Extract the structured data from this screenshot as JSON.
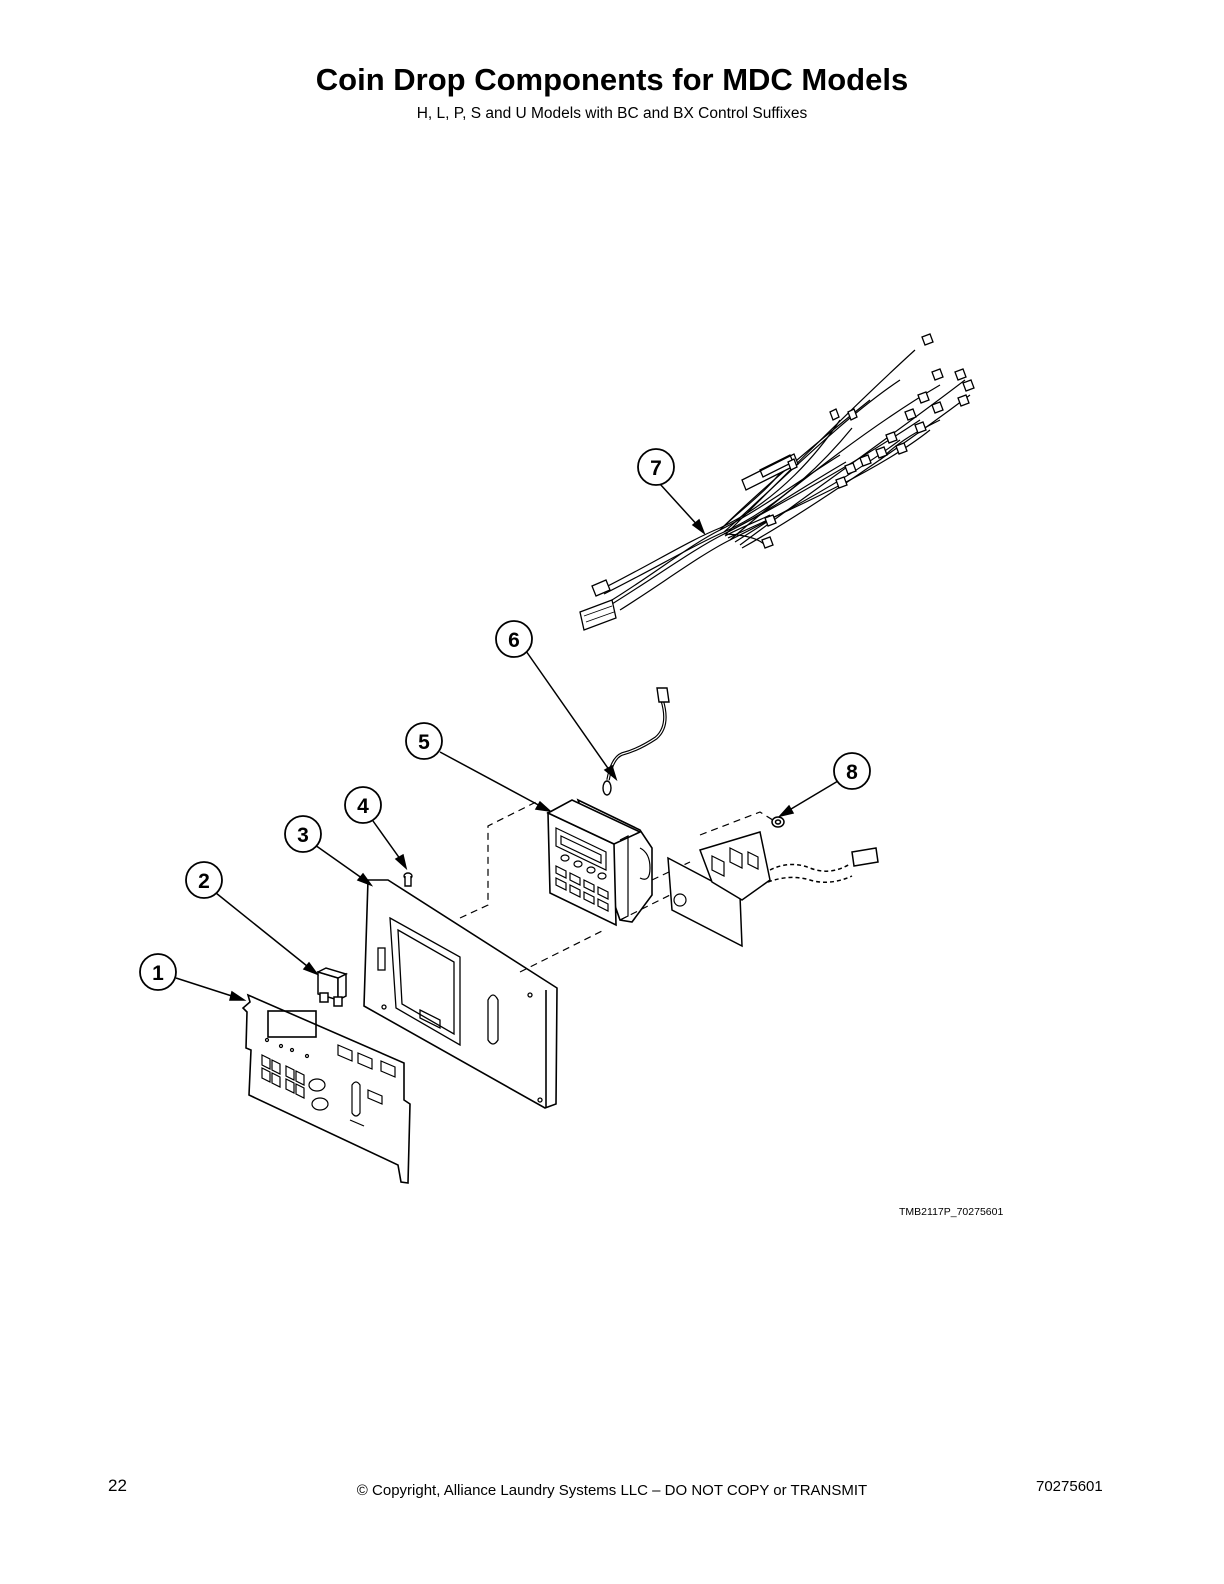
{
  "page": {
    "title": "Coin Drop Components for MDC Models",
    "subtitle": "H, L, P, S and U Models with BC and BX Control Suffixes",
    "drawing_code": "TMB2117P_70275601",
    "page_number": "22",
    "copyright": "© Copyright, Alliance Laundry Systems LLC – DO NOT COPY or TRANSMIT",
    "document_number": "70275601"
  },
  "callouts": [
    "1",
    "2",
    "3",
    "4",
    "5",
    "6",
    "7",
    "8"
  ]
}
